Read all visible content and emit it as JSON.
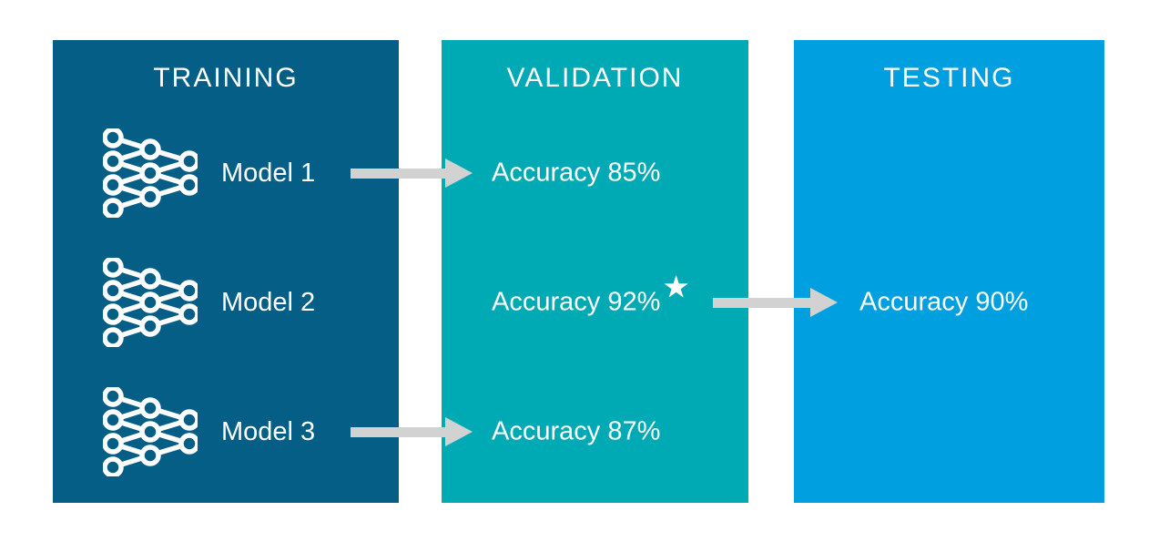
{
  "colors": {
    "panel_training": "#045E86",
    "panel_validation": "#00AAB4",
    "panel_testing": "#00A0E0",
    "arrow": "#D2D2D2",
    "text": "#FFFFFF",
    "background": "#FFFFFF"
  },
  "training": {
    "title": "TRAINING",
    "models": [
      {
        "label": "Model 1"
      },
      {
        "label": "Model 2"
      },
      {
        "label": "Model 3"
      }
    ]
  },
  "validation": {
    "title": "VALIDATION",
    "results": [
      {
        "label": "Accuracy 85%",
        "starred": false
      },
      {
        "label": "Accuracy 92%",
        "starred": true
      },
      {
        "label": "Accuracy 87%",
        "starred": false
      }
    ]
  },
  "testing": {
    "title": "TESTING",
    "result": "Accuracy 90%"
  },
  "icons": {
    "star": "★"
  }
}
